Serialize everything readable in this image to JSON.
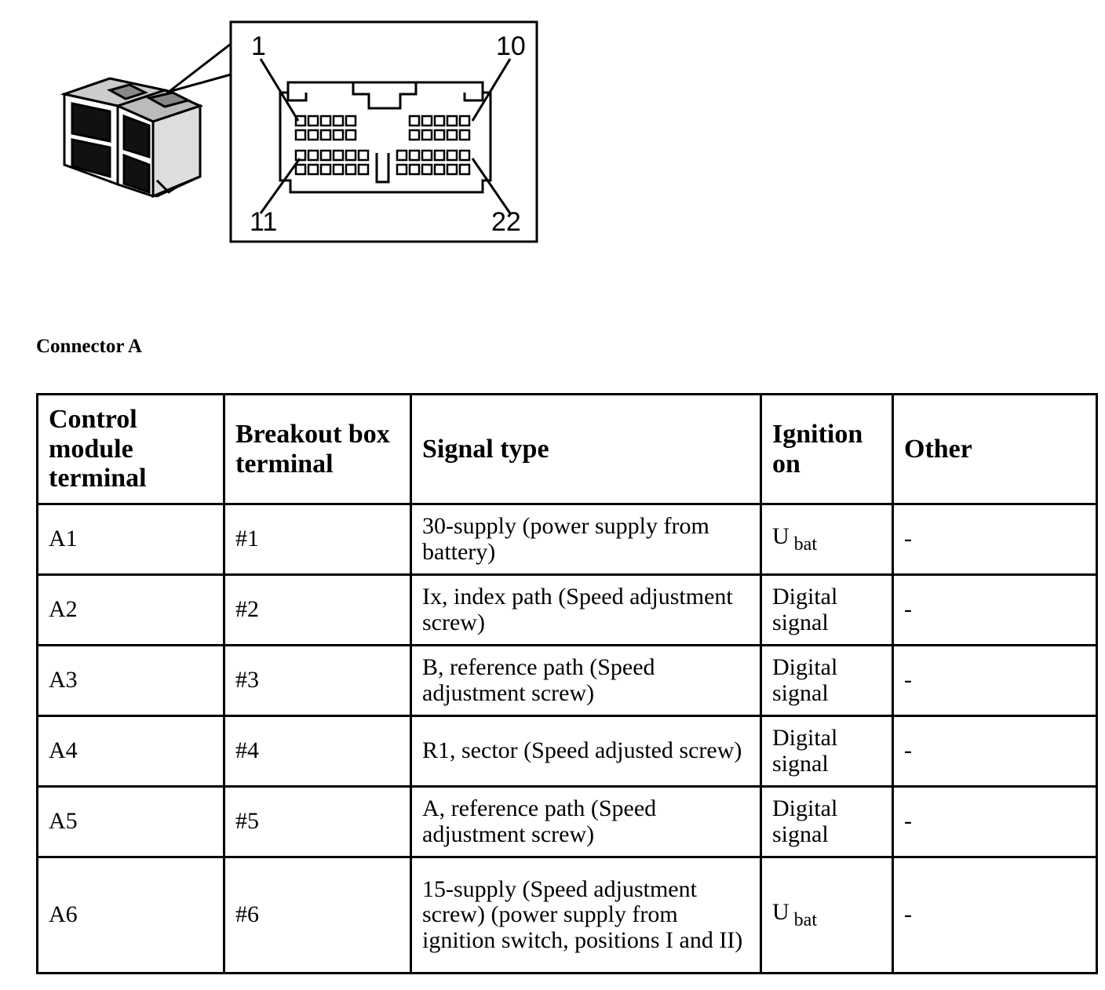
{
  "connector_figure": {
    "pin_labels": [
      "1",
      "10",
      "11",
      "22"
    ]
  },
  "section_title": "Connector A",
  "table": {
    "headers": [
      "Control module terminal",
      "Breakout box terminal",
      "Signal type",
      "Ignition on",
      "Other"
    ],
    "rows": [
      {
        "terminal": "A1",
        "breakout": "#1",
        "signal": "30-supply (power supply from battery)",
        "ign_main": "U",
        "ign_sub": "bat",
        "other": "-"
      },
      {
        "terminal": "A2",
        "breakout": "#2",
        "signal": "Ix, index path (Speed adjustment screw)",
        "ign_main": "Digital signal",
        "ign_sub": "",
        "other": "-"
      },
      {
        "terminal": "A3",
        "breakout": "#3",
        "signal": "B, reference path (Speed adjustment screw)",
        "ign_main": "Digital signal",
        "ign_sub": "",
        "other": "-"
      },
      {
        "terminal": "A4",
        "breakout": "#4",
        "signal": "R1, sector (Speed adjusted screw)",
        "ign_main": "Digital signal",
        "ign_sub": "",
        "other": "-"
      },
      {
        "terminal": "A5",
        "breakout": "#5",
        "signal": "A, reference path (Speed adjustment screw)",
        "ign_main": "Digital signal",
        "ign_sub": "",
        "other": "-"
      },
      {
        "terminal": "A6",
        "breakout": "#6",
        "signal": "15-supply (Speed adjustment screw) (power supply from ignition switch, positions I and II)",
        "ign_main": "U",
        "ign_sub": "bat",
        "other": "-"
      }
    ]
  }
}
